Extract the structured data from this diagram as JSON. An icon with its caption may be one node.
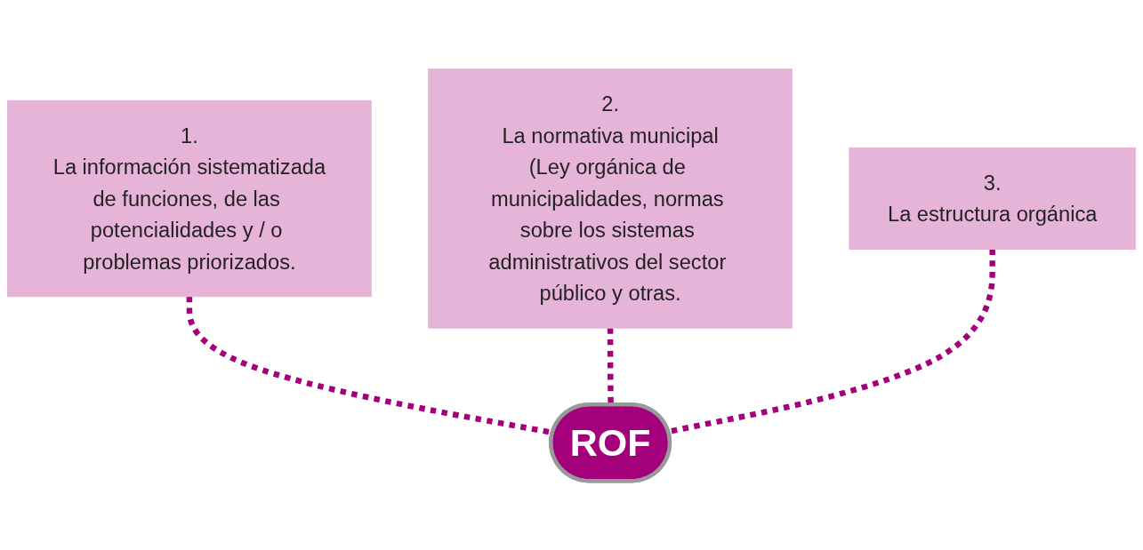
{
  "diagram": {
    "nodes": [
      {
        "text": [
          "1.",
          "La información sistematizada",
          "de funciones, de las potencialidades y / o problemas priorizados."
        ]
      },
      {
        "text": [
          "2.",
          "La normativa municipal",
          "(Ley orgánica de municipalidades, normas sobre los sistemas administrativos del sector público y otras."
        ]
      },
      {
        "text": [
          "3.",
          "La estructura orgánica"
        ]
      },
      {
        "text": [
          "ROF"
        ]
      }
    ],
    "edges": [
      {
        "from": 0,
        "to": 3,
        "arrow": "none",
        "style": "dashed"
      },
      {
        "from": 1,
        "to": 3,
        "arrow": "none",
        "style": "dashed"
      },
      {
        "from": 2,
        "to": 3,
        "arrow": "none",
        "style": "dashed"
      }
    ]
  }
}
